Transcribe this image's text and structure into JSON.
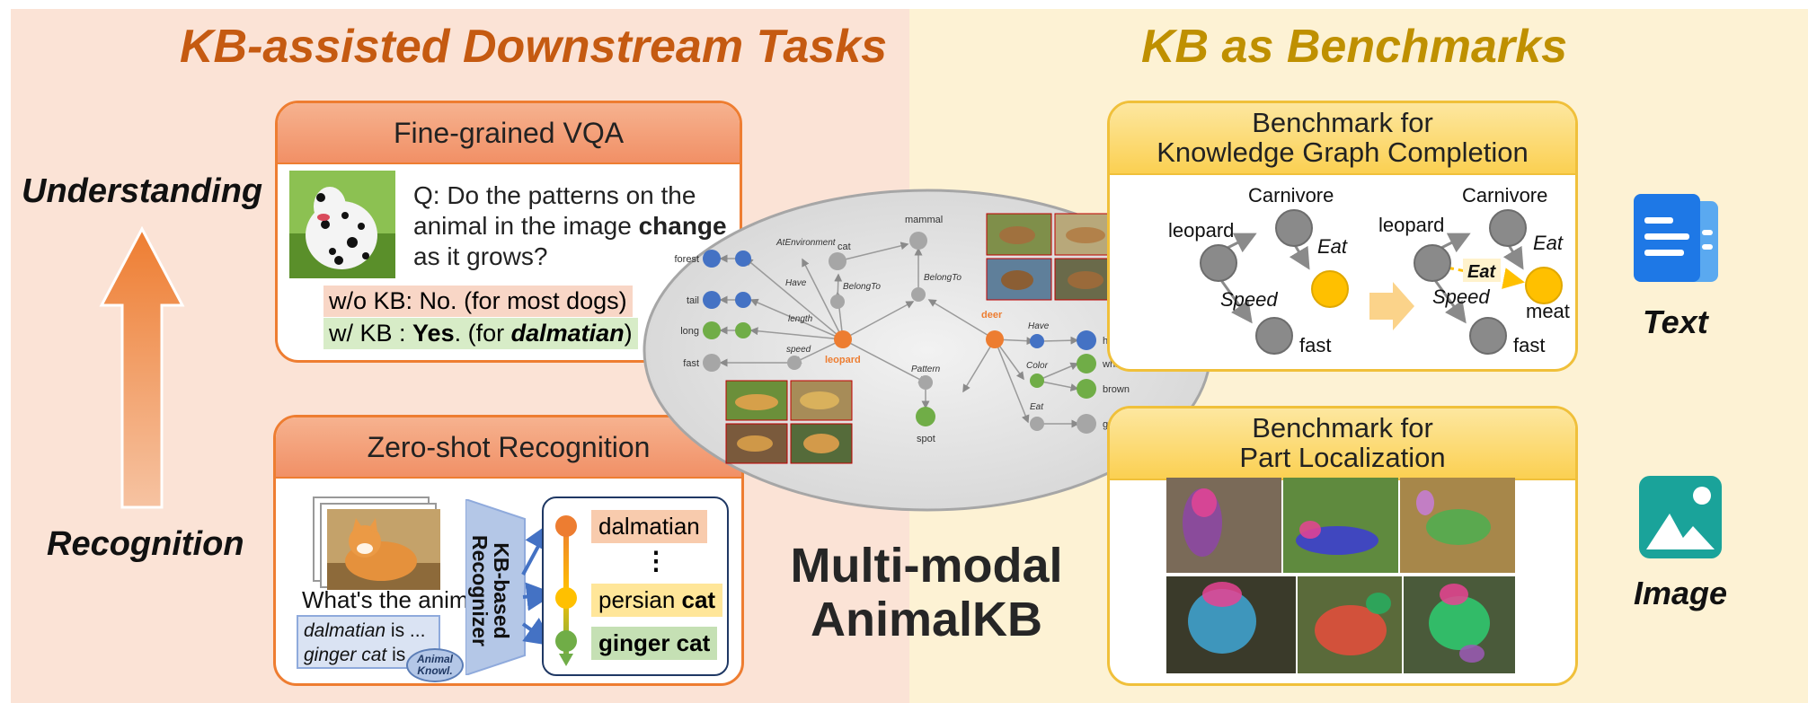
{
  "left_title": "KB-assisted Downstream Tasks",
  "right_title": "KB as Benchmarks",
  "understanding": "Understanding",
  "recognition": "Recognition",
  "center_title_1": "Multi-modal",
  "center_title_2": "AnimalKB",
  "vqa": {
    "header": "Fine-grained VQA",
    "q_line1": "Q: Do the patterns on the",
    "q_line2a": "animal in the image ",
    "q_line2b": "change",
    "q_line3": "as it grows?",
    "wo_kb_prefix": "w/o KB: ",
    "wo_kb_answer": "No. (for most dogs)",
    "w_kb_prefix": "w/ KB   : ",
    "w_kb_yes": "Yes",
    "w_kb_mid": ". (for ",
    "w_kb_breed": "dalmatian",
    "w_kb_close": ")"
  },
  "zsr": {
    "header": "Zero-shot Recognition",
    "question": "What's the animal?",
    "knowl_1a": "dalmatian",
    "knowl_1b": " is ...",
    "knowl_2a": "ginger cat",
    "knowl_2b": " is ...",
    "bubble_1": "Animal",
    "bubble_2": "Knowl.",
    "recognizer_1": "KB-based",
    "recognizer_2": "Recognizer",
    "result_1": "dalmatian",
    "result_dots": "⋮",
    "result_2a": "persian ",
    "result_2b": "cat",
    "result_3": "ginger cat"
  },
  "kgc": {
    "header_1": "Benchmark for",
    "header_2": "Knowledge Graph Completion",
    "carnivore": "Carnivore",
    "leopard": "leopard",
    "eat": "Eat",
    "speed": "Speed",
    "fast": "fast",
    "meat": "meat"
  },
  "part": {
    "header_1": "Benchmark for",
    "header_2": "Part Localization"
  },
  "text_label": "Text",
  "image_label": "Image",
  "kg": {
    "mammal": "mammal",
    "cat": "cat",
    "at_environment": "AtEnvironment",
    "belong_to_1": "BelongTo",
    "belong_to_2": "BelongTo",
    "forest": "forest",
    "have_1": "Have",
    "tail": "tail",
    "length": "length",
    "long": "long",
    "speed": "speed",
    "fast": "fast",
    "leopard": "leopard",
    "pattern": "Pattern",
    "spot": "spot",
    "deer": "deer",
    "have_2": "Have",
    "horn": "horn",
    "color": "Color",
    "white": "white",
    "brown": "brown",
    "eat": "Eat",
    "grass": "grass"
  },
  "colors": {
    "orange_title": "#c55a11",
    "gold_title": "#bf9000",
    "node_blue": "#4472c4",
    "node_green": "#70ad47",
    "node_gray": "#a6a6a6",
    "node_orange": "#ed7d31",
    "node_yellow": "#ffc000"
  }
}
